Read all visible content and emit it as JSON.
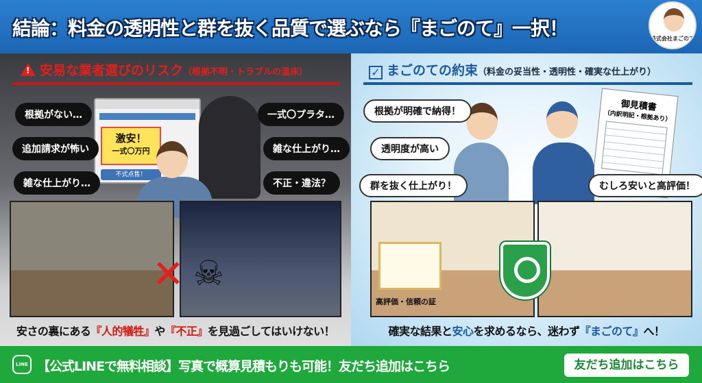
{
  "header": {
    "title": "結論：料金の透明性と群を抜く品質で選ぶなら『まごのて』一択！",
    "logo_text": "株式会社まごのて"
  },
  "left": {
    "heading": "安易な業者選びのリスク",
    "heading_sub": "（根拠不明・トラブルの温床）",
    "bubbles": [
      "根拠がない…",
      "追加請求が怖い",
      "雑な仕上がり…",
      "一式〇プラタ…",
      "雑な仕上がり…",
      "不正・違法？"
    ],
    "ad": {
      "line1": "激安！",
      "line2": "一式〇万円",
      "button": "不式点售！"
    },
    "caption": {
      "pre": "安さの裏にある",
      "em1": "『人的犠牲』",
      "mid": "や",
      "em2": "『不正』",
      "post": "を見過ごしてはいけない！"
    }
  },
  "right": {
    "heading": "まごのての約束",
    "heading_sub": "（料金の妥当性・透明性・確実な仕上がり）",
    "bubbles": [
      "根拠が明確で納得！",
      "透明度が高い",
      "群を抜く仕上がり！",
      "むしろ安いと高評価！"
    ],
    "estimate": {
      "title": "御見積書",
      "sub": "（内訳明記・根拠あり）"
    },
    "certificate_label": "高評価・信頼の証",
    "caption": {
      "pre": "確実な結果と",
      "em1": "安心",
      "mid": "を求めるなら、迷わず",
      "em2": "『まごのて』",
      "post": "へ！"
    }
  },
  "footer": {
    "line_icon": "LINE",
    "text": "【公式LINEで無料相談】写真で概算見積もりも可能！友だち追加はこちら",
    "button": "友だち追加はこちら"
  },
  "colors": {
    "header": "#1c66b4",
    "risk": "#e0201c",
    "promise": "#1c5a9e",
    "footer": "#1fa83c"
  }
}
